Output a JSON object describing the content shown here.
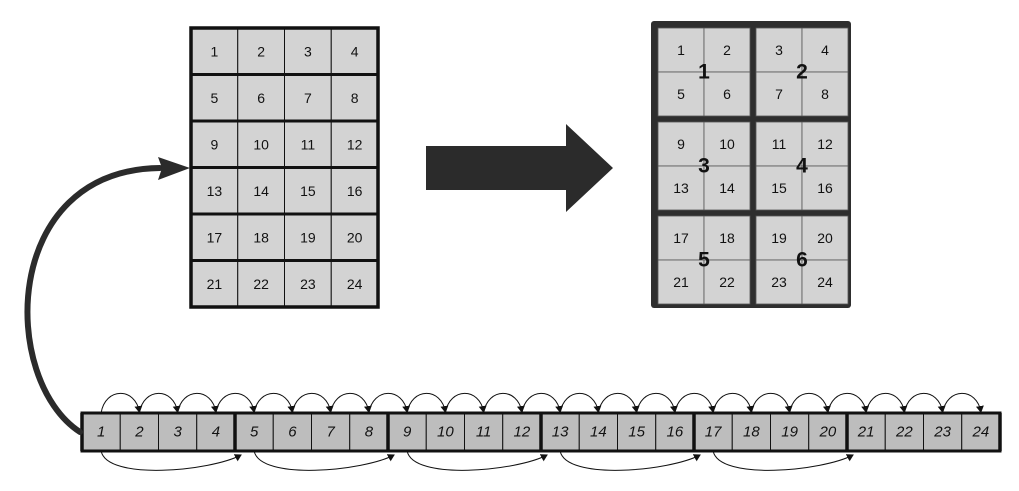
{
  "colors": {
    "cell_fill": "#d3d3d3",
    "strip_fill": "#bdbdbd",
    "line": "#111111",
    "arrow": "#2b2b2b",
    "block_frame": "#2e2e2e"
  },
  "source_grid": {
    "rows": [
      [
        "1",
        "2",
        "3",
        "4"
      ],
      [
        "5",
        "6",
        "7",
        "8"
      ],
      [
        "9",
        "10",
        "11",
        "12"
      ],
      [
        "13",
        "14",
        "15",
        "16"
      ],
      [
        "17",
        "18",
        "19",
        "20"
      ],
      [
        "21",
        "22",
        "23",
        "24"
      ]
    ]
  },
  "blocked_grid": {
    "blocks": [
      {
        "label": "1",
        "cells": [
          "1",
          "2",
          "5",
          "6"
        ]
      },
      {
        "label": "2",
        "cells": [
          "3",
          "4",
          "7",
          "8"
        ]
      },
      {
        "label": "3",
        "cells": [
          "9",
          "10",
          "13",
          "14"
        ]
      },
      {
        "label": "4",
        "cells": [
          "11",
          "12",
          "15",
          "16"
        ]
      },
      {
        "label": "5",
        "cells": [
          "17",
          "18",
          "21",
          "22"
        ]
      },
      {
        "label": "6",
        "cells": [
          "19",
          "20",
          "23",
          "24"
        ]
      }
    ]
  },
  "linear_strip": {
    "cells": [
      "1",
      "2",
      "3",
      "4",
      "5",
      "6",
      "7",
      "8",
      "9",
      "10",
      "11",
      "12",
      "13",
      "14",
      "15",
      "16",
      "17",
      "18",
      "19",
      "20",
      "21",
      "22",
      "23",
      "24"
    ],
    "group_size": 4
  },
  "icons": {
    "transform_arrow": "right-block-arrow-icon",
    "wrap_arrow": "curved-arrow-icon",
    "step_arrows": "hop-arrow-icon"
  }
}
